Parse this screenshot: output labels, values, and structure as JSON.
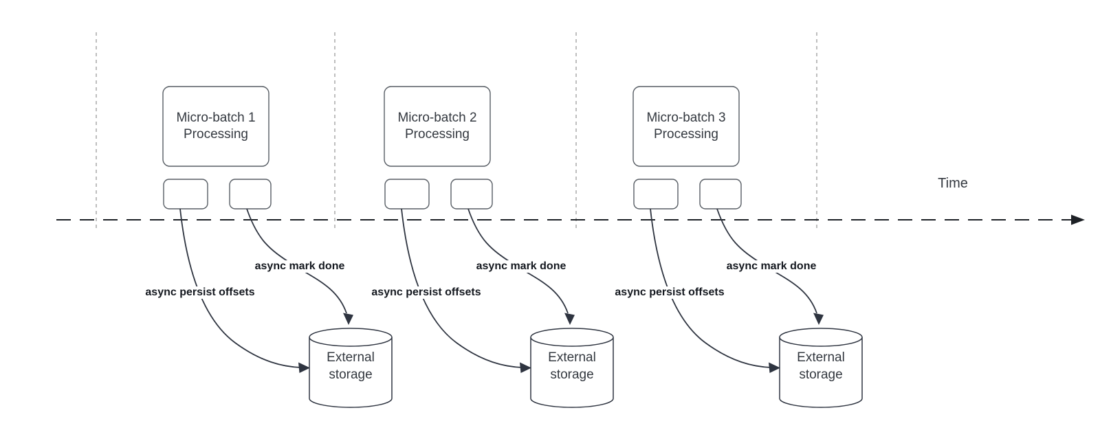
{
  "colors": {
    "background": "#ffffff",
    "node-stroke": "#565c63",
    "edge-stroke": "#2e3440",
    "timeline-stroke": "#1d2126",
    "guide-stroke": "#a8a8a8",
    "title-text": "#33383f",
    "label-text": "#14181f"
  },
  "timeline": {
    "axis_label": "Time"
  },
  "groups": [
    {
      "title": "Micro-batch 1 Processing",
      "persist_label": "async persist offsets",
      "done_label": "async mark done",
      "storage_label": "External storage"
    },
    {
      "title": "Micro-batch 2 Processing",
      "persist_label": "async persist offsets",
      "done_label": "async mark done",
      "storage_label": "External storage"
    },
    {
      "title": "Micro-batch 3 Processing",
      "persist_label": "async persist offsets",
      "done_label": "async mark done",
      "storage_label": "External storage"
    }
  ]
}
